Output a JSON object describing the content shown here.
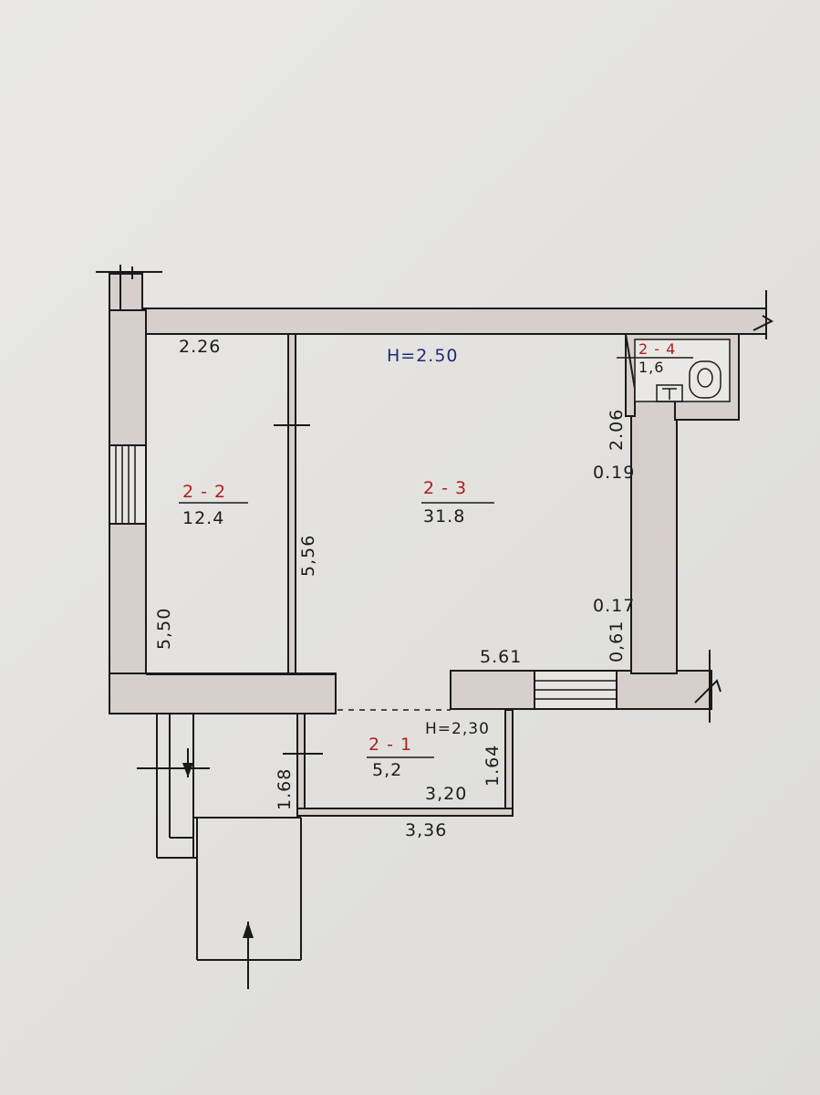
{
  "rooms": [
    {
      "id": "2-2",
      "number": "2 - 2",
      "area": "12.4"
    },
    {
      "id": "2-3",
      "number": "2 - 3",
      "area": "31.8"
    },
    {
      "id": "2-4",
      "number": "2 - 4",
      "area": "1,6"
    },
    {
      "id": "2-1",
      "number": "2 - 1",
      "area": "5,2"
    }
  ],
  "heights": {
    "main": "H=2.50",
    "vestibule": "H=2,30"
  },
  "dimensions": {
    "top_left_width": "2.26",
    "left_height": "5,50",
    "partition_height": "5,56",
    "main_width": "5.61",
    "bath_wall_height": "2.06",
    "wall_offset_top": "0.19",
    "wall_offset_bottom": "0.17",
    "lower_segment": "0,61",
    "vestibule_height_left": "1.68",
    "vestibule_height_right": "1.64",
    "vestibule_inner_width": "3,20",
    "vestibule_outer_width": "3,36"
  },
  "colors": {
    "wall_fill": "#d6cfcc",
    "ink": "#1a1a1a",
    "blue_ink": "#1f2a7a",
    "red_ink": "#b01e1e"
  },
  "icons": [
    "toilet-icon",
    "sink-icon",
    "entrance-arrow-icon"
  ]
}
